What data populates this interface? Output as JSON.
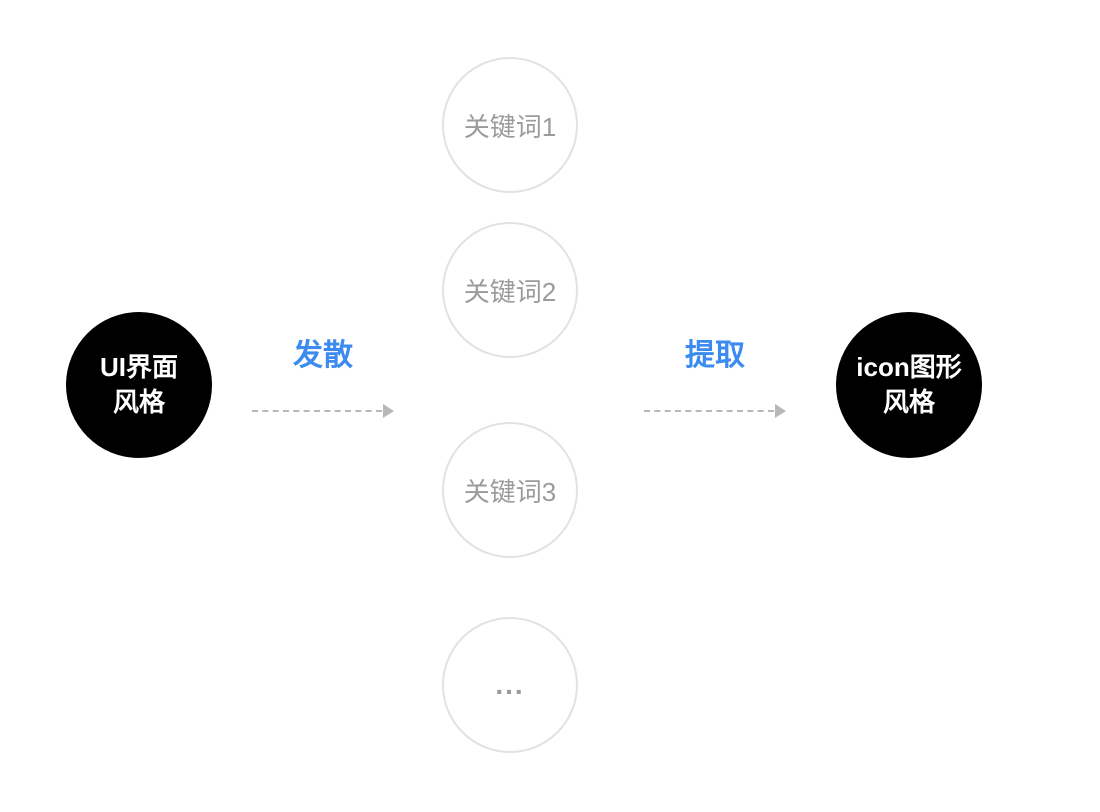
{
  "diagram": {
    "left_node": {
      "line1": "UI界面",
      "line2": "风格"
    },
    "right_node": {
      "line1": "icon图形",
      "line2": "风格"
    },
    "arrows": [
      {
        "label": "发散"
      },
      {
        "label": "提取"
      }
    ],
    "keywords": [
      {
        "label": "关键词1"
      },
      {
        "label": "关键词2"
      },
      {
        "label": "关键词3"
      },
      {
        "label": "..."
      }
    ],
    "colors": {
      "node_background": "#000000",
      "node_text": "#ffffff",
      "accent_blue": "#3b8bf0",
      "keyword_border": "#e2e2e2",
      "keyword_text": "#9b9b9b",
      "arrow_gray": "#b8b8b8",
      "background": "#ffffff"
    }
  }
}
